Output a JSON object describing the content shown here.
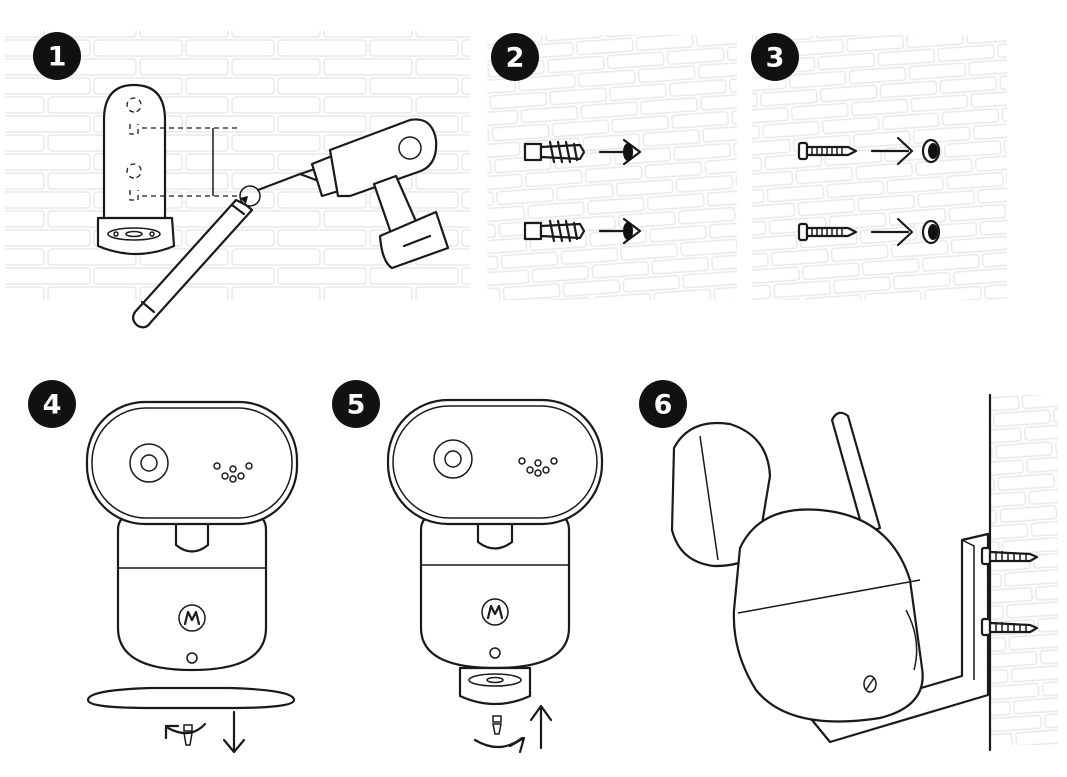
{
  "steps": [
    {
      "number": "1"
    },
    {
      "number": "2"
    },
    {
      "number": "3"
    },
    {
      "number": "4"
    },
    {
      "number": "5"
    },
    {
      "number": "6"
    }
  ],
  "colors": {
    "ink": "#1a1a1a",
    "badge": "#111111",
    "wall": "#e8e8e8",
    "background": "#ffffff"
  }
}
